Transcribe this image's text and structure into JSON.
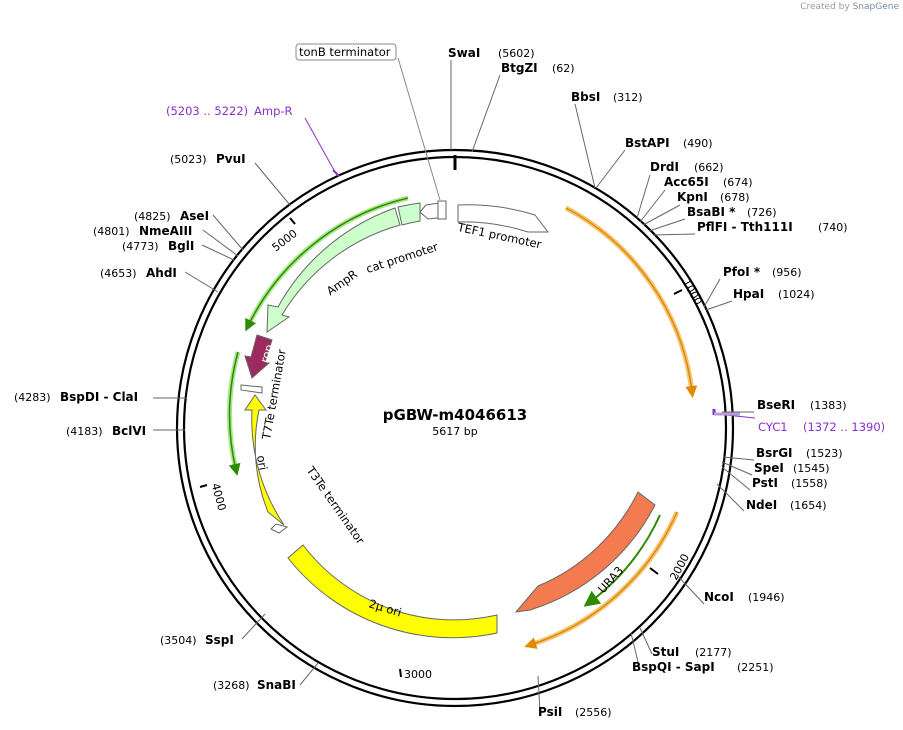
{
  "credit": {
    "prefix": "Created by",
    "brand": "SnapGene"
  },
  "plasmid": {
    "name": "pGBW-m4046613",
    "size_label": "5617 bp",
    "length": 5617
  },
  "ticks": [
    {
      "label": "1000",
      "bp": 1000
    },
    {
      "label": "2000",
      "bp": 2000
    },
    {
      "label": "3000",
      "bp": 3000
    },
    {
      "label": "4000",
      "bp": 4000
    },
    {
      "label": "5000",
      "bp": 5000
    }
  ],
  "sites": [
    {
      "enzyme": "SwaI",
      "pos": "(5602)",
      "side": "right"
    },
    {
      "enzyme": "BtgZI",
      "pos": "(62)",
      "side": "right"
    },
    {
      "enzyme": "BbsI",
      "pos": "(312)",
      "side": "right"
    },
    {
      "enzyme": "BstAPI",
      "pos": "(490)",
      "side": "right"
    },
    {
      "enzyme": "DrdI",
      "pos": "(662)",
      "side": "right"
    },
    {
      "enzyme": "Acc65I",
      "pos": "(674)",
      "side": "right"
    },
    {
      "enzyme": "KpnI",
      "pos": "(678)",
      "side": "right"
    },
    {
      "enzyme": "BsaBI *",
      "pos": "(726)",
      "side": "right"
    },
    {
      "enzyme": "PflFI - Tth111I",
      "pos": "(740)",
      "side": "right"
    },
    {
      "enzyme": "PfoI *",
      "pos": "(956)",
      "side": "right"
    },
    {
      "enzyme": "HpaI",
      "pos": "(1024)",
      "side": "right"
    },
    {
      "enzyme": "BseRI",
      "pos": "(1383)",
      "side": "right"
    },
    {
      "enzyme": "BsrGI",
      "pos": "(1523)",
      "side": "right"
    },
    {
      "enzyme": "SpeI",
      "pos": "(1545)",
      "side": "right"
    },
    {
      "enzyme": "PstI",
      "pos": "(1558)",
      "side": "right"
    },
    {
      "enzyme": "NdeI",
      "pos": "(1654)",
      "side": "right"
    },
    {
      "enzyme": "NcoI",
      "pos": "(1946)",
      "side": "right"
    },
    {
      "enzyme": "StuI",
      "pos": "(2177)",
      "side": "right"
    },
    {
      "enzyme": "BspQI - SapI",
      "pos": "(2251)",
      "side": "right"
    },
    {
      "enzyme": "PsiI",
      "pos": "(2556)",
      "side": "right"
    },
    {
      "enzyme": "SnaBI",
      "pos": "(3268)",
      "side": "left"
    },
    {
      "enzyme": "SspI",
      "pos": "(3504)",
      "side": "left"
    },
    {
      "enzyme": "BclVI",
      "pos": "(4183)",
      "side": "left"
    },
    {
      "enzyme": "BspDI - ClaI",
      "pos": "(4283)",
      "side": "left"
    },
    {
      "enzyme": "AhdI",
      "pos": "(4653)",
      "side": "left"
    },
    {
      "enzyme": "BglI",
      "pos": "(4773)",
      "side": "left"
    },
    {
      "enzyme": "NmeAIII",
      "pos": "(4801)",
      "side": "left"
    },
    {
      "enzyme": "AseI",
      "pos": "(4825)",
      "side": "left"
    },
    {
      "enzyme": "PvuI",
      "pos": "(5023)",
      "side": "left"
    }
  ],
  "primers": [
    {
      "name": "Amp-R",
      "range": "(5203 .. 5222)",
      "color": "#8b2fc9"
    },
    {
      "name": "CYC1",
      "range": "(1372 .. 1390)",
      "color": "#8b2fc9"
    }
  ],
  "features": [
    {
      "name": "TEF1 promoter",
      "type": "promoter",
      "color": "#ffffff"
    },
    {
      "name": "URA3",
      "type": "cds",
      "color": "#f47a50"
    },
    {
      "name": "2μ ori",
      "type": "rep_origin",
      "color": "#ffff00"
    },
    {
      "name": "T3Te terminator",
      "type": "terminator",
      "color": "#ffffff"
    },
    {
      "name": "ori",
      "type": "rep_origin",
      "color": "#ffff00"
    },
    {
      "name": "T7Te terminator",
      "type": "terminator",
      "color": "#ffffff"
    },
    {
      "name": "rop",
      "type": "cds",
      "color": "#9b2a5e"
    },
    {
      "name": "AmpR",
      "type": "cds",
      "color": "#ccffcc"
    },
    {
      "name": "cat promoter",
      "type": "promoter",
      "color": "#ccffcc"
    },
    {
      "name": "tonB terminator",
      "type": "terminator",
      "color": "#ffffff"
    }
  ]
}
